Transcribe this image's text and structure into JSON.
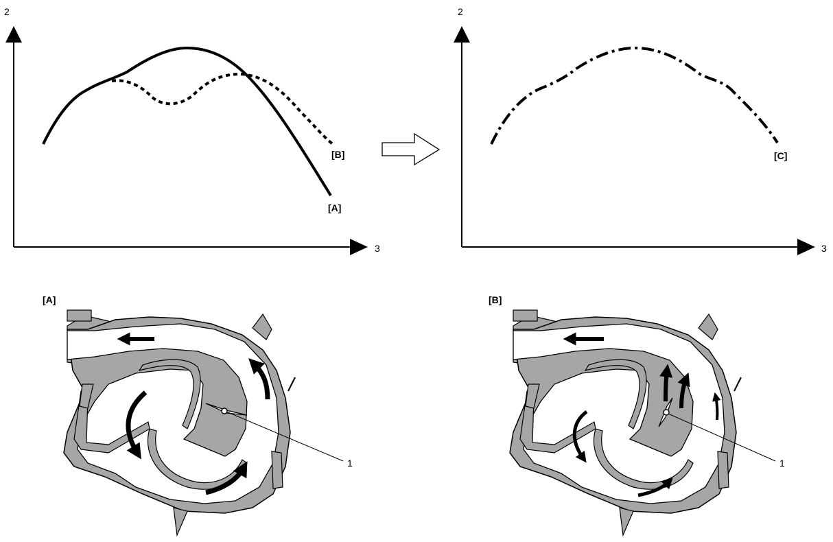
{
  "graphs": {
    "left": {
      "y_axis_label": "2",
      "x_axis_label": "3",
      "curve_labels": [
        "[B]",
        "[A]"
      ]
    },
    "right": {
      "y_axis_label": "2",
      "x_axis_label": "3",
      "curve_labels": [
        "[C]"
      ]
    }
  },
  "drawings": {
    "left": {
      "label": "[A]",
      "callout": "1"
    },
    "right": {
      "label": "[B]",
      "callout": "1"
    }
  },
  "colors": {
    "line": "#000000",
    "housing_fill": "#a6a6a6",
    "background": "#ffffff"
  }
}
